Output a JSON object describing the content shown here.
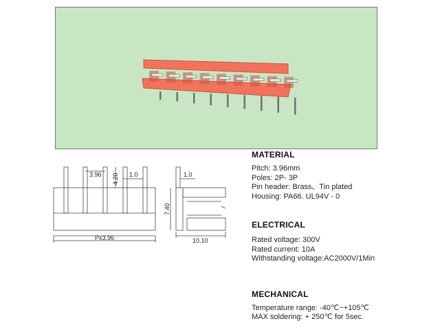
{
  "colors": {
    "background": "#c8e6c4",
    "housing": "#f2735c",
    "housing_dark": "#c9553f",
    "pin": "#6f6f6f"
  },
  "photo": {
    "pin_count": 9
  },
  "drawing": {
    "front": {
      "pitch_label": "3.96",
      "height_label": "4.20",
      "pin_width_label": "1.0",
      "length_label": "Px3.96"
    },
    "side": {
      "pin_width_label": "1.0",
      "height_label": "7.40",
      "depth_label": "10.10"
    }
  },
  "material": {
    "title": "MATERIAL",
    "lines": [
      "Pitch: 3.96mm",
      "Poles:  2P- 3P",
      "Pin header: Brass、Tin plated",
      "Housing: PA66. UL94V - 0"
    ]
  },
  "electrical": {
    "title": "ELECTRICAL",
    "lines": [
      "Rated voltage: 300V",
      "Rated current: 10A",
      "Withstanding voltage:AC2000V/1Min"
    ]
  },
  "mechanical": {
    "title": "MECHANICAL",
    "lines": [
      "Temperature range: -40℃~+105℃",
      "MAX soldering: + 250℃ for 5sec."
    ]
  }
}
